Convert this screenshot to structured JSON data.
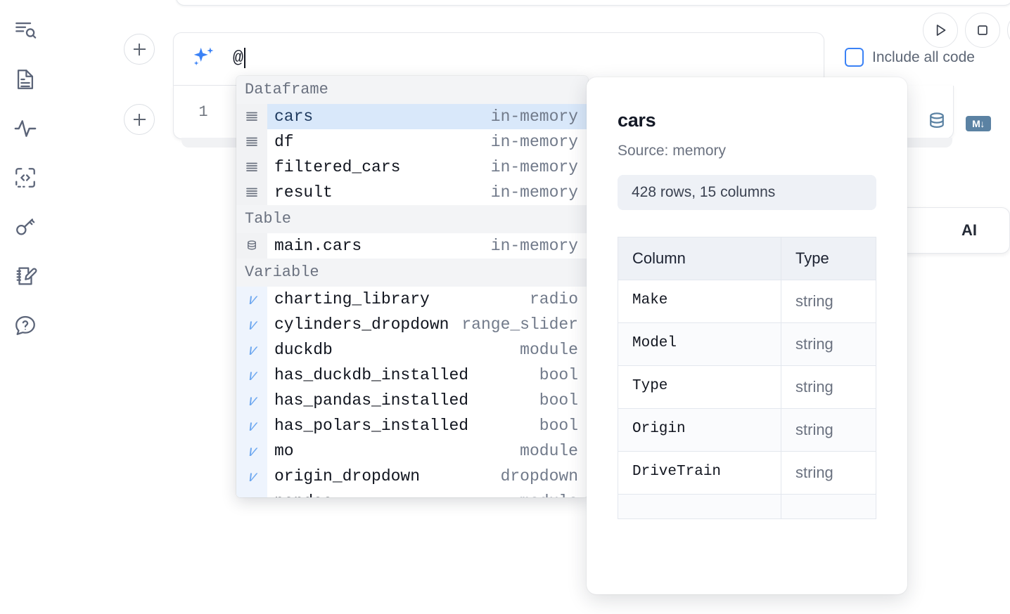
{
  "rail": {
    "items": [
      {
        "name": "search-outline-icon",
        "label": "Outline search"
      },
      {
        "name": "file-text-icon",
        "label": "Files"
      },
      {
        "name": "activity-icon",
        "label": "Variables"
      },
      {
        "name": "code-brackets-icon",
        "label": "Snippets"
      },
      {
        "name": "key-icon",
        "label": "Secrets"
      },
      {
        "name": "notebook-pencil-icon",
        "label": "Scratchpad"
      },
      {
        "name": "help-chat-icon",
        "label": "Help"
      }
    ]
  },
  "toolbar": {
    "run_label": "Run",
    "stop_label": "Stop",
    "include_all_code_label": "Include all code",
    "include_all_code_checked": false,
    "accent_color": "#3b82f6"
  },
  "ai_cell": {
    "icon": "sparkles-icon",
    "input_value": "@",
    "add_cell_label": "+"
  },
  "code_cell": {
    "line_number": "1",
    "db_icon": "database-icon",
    "markdown_badge": "M↓"
  },
  "ai_pill": {
    "label": "AI"
  },
  "autocomplete": {
    "groups": [
      {
        "label": "Dataframe",
        "icon": "dataframe-rows-icon",
        "kind": "dataframe",
        "items": [
          {
            "name": "cars",
            "meta": "in-memory",
            "selected": true
          },
          {
            "name": "df",
            "meta": "in-memory",
            "selected": false
          },
          {
            "name": "filtered_cars",
            "meta": "in-memory",
            "selected": false
          },
          {
            "name": "result",
            "meta": "in-memory",
            "selected": false
          }
        ]
      },
      {
        "label": "Table",
        "icon": "database-icon",
        "kind": "table",
        "items": [
          {
            "name": "main.cars",
            "meta": "in-memory",
            "selected": false
          }
        ]
      },
      {
        "label": "Variable",
        "icon": "variable-icon",
        "kind": "variable",
        "items": [
          {
            "name": "charting_library",
            "meta": "radio",
            "selected": false
          },
          {
            "name": "cylinders_dropdown",
            "meta": "range_slider",
            "selected": false
          },
          {
            "name": "duckdb",
            "meta": "module",
            "selected": false
          },
          {
            "name": "has_duckdb_installed",
            "meta": "bool",
            "selected": false
          },
          {
            "name": "has_pandas_installed",
            "meta": "bool",
            "selected": false
          },
          {
            "name": "has_polars_installed",
            "meta": "bool",
            "selected": false
          },
          {
            "name": "mo",
            "meta": "module",
            "selected": false
          },
          {
            "name": "origin_dropdown",
            "meta": "dropdown",
            "selected": false
          },
          {
            "name": "pandas",
            "meta": "module",
            "selected": false
          }
        ]
      }
    ]
  },
  "preview": {
    "title": "cars",
    "source": "Source: memory",
    "stats": "428 rows, 15 columns",
    "columns_header": "Column",
    "type_header": "Type",
    "rows": [
      {
        "column": "Make",
        "type": "string"
      },
      {
        "column": "Model",
        "type": "string"
      },
      {
        "column": "Type",
        "type": "string"
      },
      {
        "column": "Origin",
        "type": "string"
      },
      {
        "column": "DriveTrain",
        "type": "string"
      },
      {
        "column": "",
        "type": ""
      }
    ]
  }
}
